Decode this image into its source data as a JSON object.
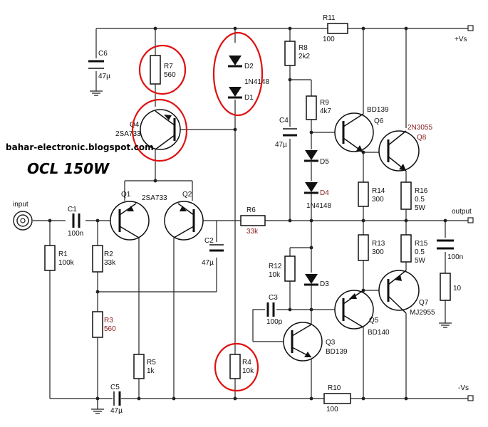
{
  "title": "OCL 150W",
  "blog": "bahar-electronic.blogspot.com",
  "terminals": {
    "input": "input",
    "output": "output",
    "vplus": "+Vs",
    "vminus": "-Vs"
  },
  "components": {
    "r1": {
      "name": "R1",
      "value": "100k"
    },
    "r2": {
      "name": "R2",
      "value": "33k"
    },
    "r3": {
      "name": "R3",
      "value": "560"
    },
    "r4": {
      "name": "R4",
      "value": "10k"
    },
    "r5": {
      "name": "R5",
      "value": "1k"
    },
    "r6": {
      "name": "R6",
      "value": "33k"
    },
    "r7": {
      "name": "R7",
      "value": "560"
    },
    "r8": {
      "name": "R8",
      "value": "2k2"
    },
    "r9": {
      "name": "R9",
      "value": "4k7"
    },
    "r10": {
      "name": "R10",
      "value": "100"
    },
    "r11": {
      "name": "R11",
      "value": "100"
    },
    "r12": {
      "name": "R12",
      "value": "10k"
    },
    "r13": {
      "name": "R13",
      "value": "300"
    },
    "r14": {
      "name": "R14",
      "value": "300"
    },
    "r15": {
      "name": "R15",
      "value": "0.5",
      "value2": "5W"
    },
    "r16": {
      "name": "R16",
      "value": "0.5",
      "value2": "5W"
    },
    "r_out": {
      "value": "10"
    },
    "c1": {
      "name": "C1",
      "value": "100n"
    },
    "c2": {
      "name": "C2",
      "value": "47µ"
    },
    "c3": {
      "name": "C3",
      "value": "100p"
    },
    "c4": {
      "name": "C4",
      "value": "47µ"
    },
    "c5": {
      "name": "C5",
      "value": "47µ"
    },
    "c6": {
      "name": "C6",
      "value": "47µ"
    },
    "c_out": {
      "value": "100n"
    },
    "d1": {
      "name": "D1"
    },
    "d2": {
      "name": "D2",
      "part": "1N4148"
    },
    "d3": {
      "name": "D3"
    },
    "d4": {
      "name": "D4",
      "part": "1N4148"
    },
    "d5": {
      "name": "D5"
    },
    "q1": {
      "name": "Q1",
      "part": "2SA733"
    },
    "q2": {
      "name": "Q2"
    },
    "q3": {
      "name": "Q3",
      "part": "BD139"
    },
    "q4": {
      "name": "Q4",
      "part": "2SA733"
    },
    "q5": {
      "name": "Q5",
      "part": "BD140"
    },
    "q6": {
      "name": "Q6",
      "part": "BD139"
    },
    "q7": {
      "name": "Q7",
      "part": "MJ2955"
    },
    "q8": {
      "name": "Q8",
      "part": "2N3055"
    }
  },
  "colors": {
    "wire": "#222222",
    "highlight": "#e01010",
    "label_alt": "#8b1a1a"
  }
}
